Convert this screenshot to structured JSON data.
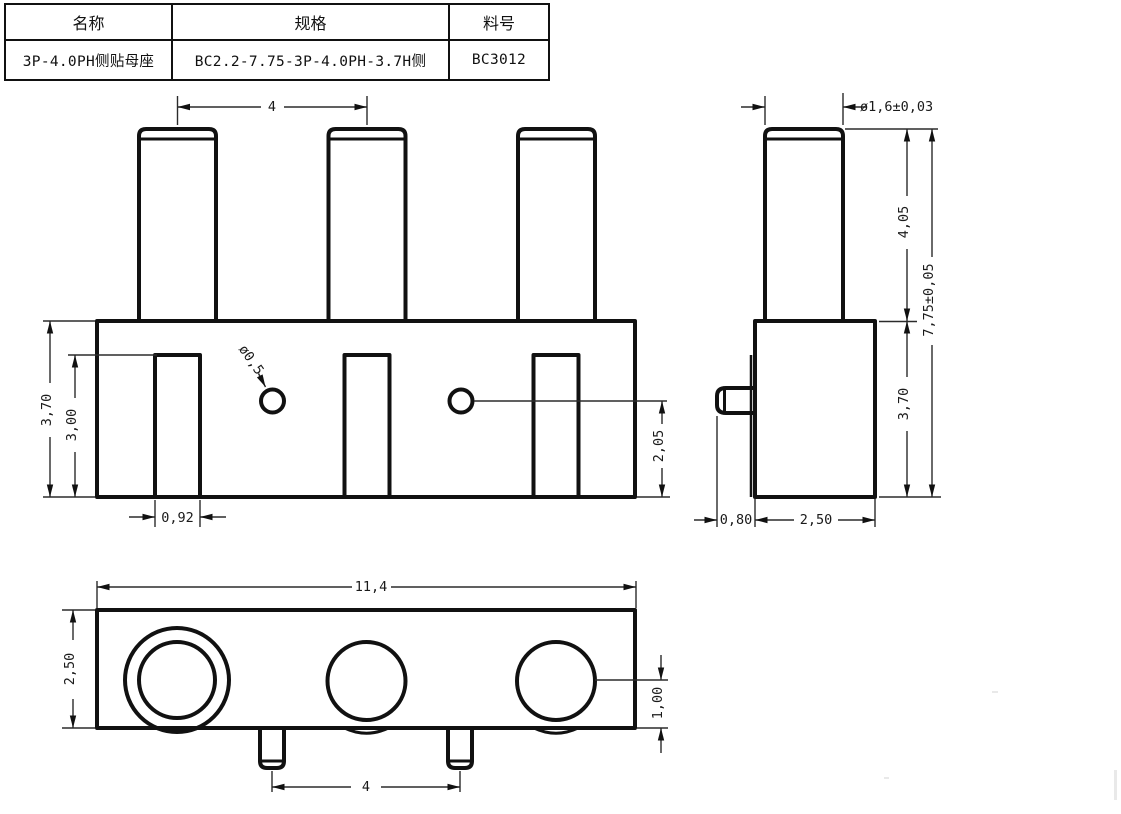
{
  "table": {
    "headers": [
      "名称",
      "规格",
      "料号"
    ],
    "values": [
      "3P-4.0PH侧贴母座",
      "BC2.2-7.75-3P-4.0PH-3.7H侧",
      "BC3012"
    ]
  },
  "dims": {
    "front": {
      "pin_pitch": "4",
      "body_height": "3,70",
      "slot_depth": "3,00",
      "slot_width": "0,92",
      "hole_dia": "ø0,5",
      "hole_center_height": "2,05"
    },
    "side": {
      "pin_dia": "ø1,6±0,03",
      "pin_length": "4,05",
      "total_height": "7,75±0,05",
      "body_height": "3,70",
      "tab_protrusion": "0,80",
      "body_width": "2,50"
    },
    "bottom": {
      "overall_width": "11,4",
      "overall_depth": "2,50",
      "pin_center_offset": "1,00",
      "tab_pitch": "4"
    }
  },
  "colors": {
    "line": "#111111",
    "dimension": "#2b2b2b",
    "background": "#ffffff"
  }
}
